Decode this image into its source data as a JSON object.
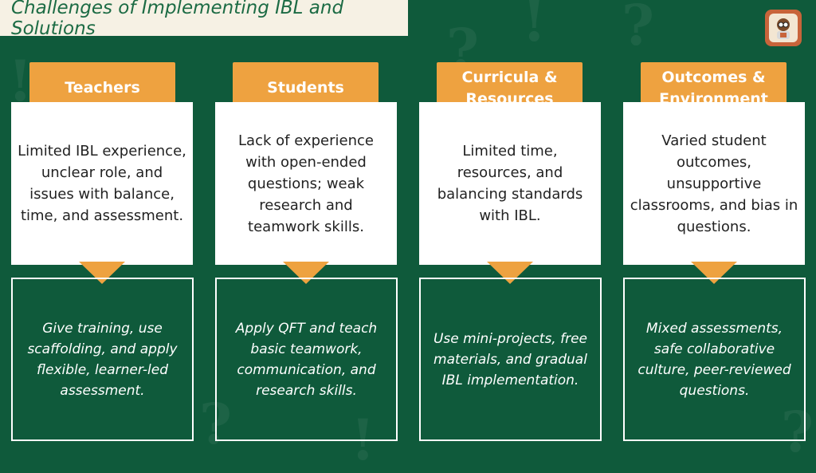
{
  "title": "Challenges of Implementing IBL and Solutions",
  "colors": {
    "background": "#0f5a3b",
    "header": "#eea240",
    "title_text": "#1c6b44"
  },
  "columns": [
    {
      "header": "Teachers",
      "challenge": "Limited IBL experience, unclear role, and issues with balance, time, and assessment.",
      "solution": "Give training, use scaffolding, and apply flexible, learner-led assessment."
    },
    {
      "header": "Students",
      "challenge": "Lack of experience with open-ended questions; weak research and teamwork skills.",
      "solution": "Apply QFT and teach basic teamwork, communication, and research skills."
    },
    {
      "header": "Curricula & Resources",
      "challenge": "Limited time, resources, and balancing standards with IBL.",
      "solution": "Use mini-projects, free materials, and gradual IBL implementation."
    },
    {
      "header": "Outcomes & Environment",
      "challenge": "Varied student outcomes, unsupportive classrooms, and bias in questions.",
      "solution": "Mixed assessments, safe collaborative culture, peer-reviewed questions."
    }
  ]
}
